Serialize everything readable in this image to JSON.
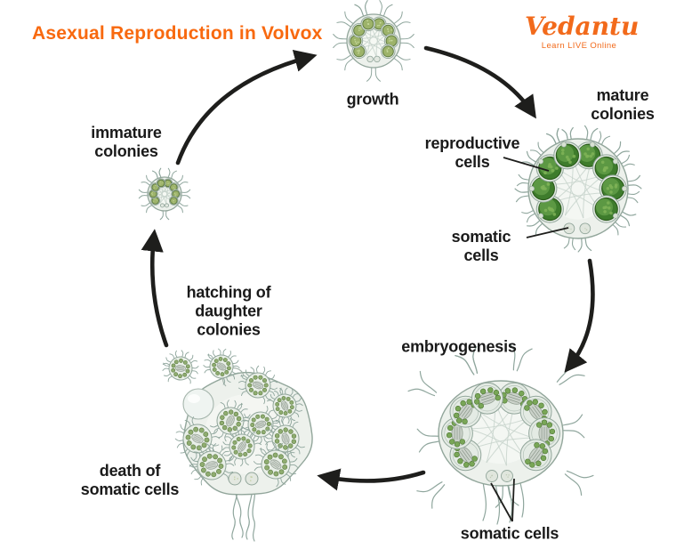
{
  "title": "Asexual Reproduction in Volvox",
  "logo": {
    "brand": "Vedantu",
    "tagline": "Learn LIVE Online"
  },
  "labels": {
    "growth": "growth",
    "mature_colonies": "mature\ncolonies",
    "reproductive_cells": "reproductive\ncells",
    "somatic_cells_mature": "somatic\ncells",
    "embryogenesis": "embryogenesis",
    "somatic_cells_embryo": "somatic cells",
    "death_of_somatic_cells": "death of\nsomatic cells",
    "hatching_of_daughter_colonies": "hatching of\ndaughter\ncolonies",
    "immature_colonies": "immature\ncolonies"
  },
  "colors": {
    "title_orange": "#F8690F",
    "logo_orange": "#F26A1B",
    "label_black": "#1A1A1A",
    "arrow_black": "#1E1E1C",
    "colony_outline": "#92A69B",
    "colony_body": "#EDF1EC",
    "mesh": "#C6D2CA",
    "flagella": "#8FA69D",
    "green_dark": "#3E7C2C",
    "green_mid": "#5E9A44",
    "green_light": "#7FB357",
    "green_pale": "#9DB36A",
    "embryo_gray": "#CBD2CA"
  }
}
